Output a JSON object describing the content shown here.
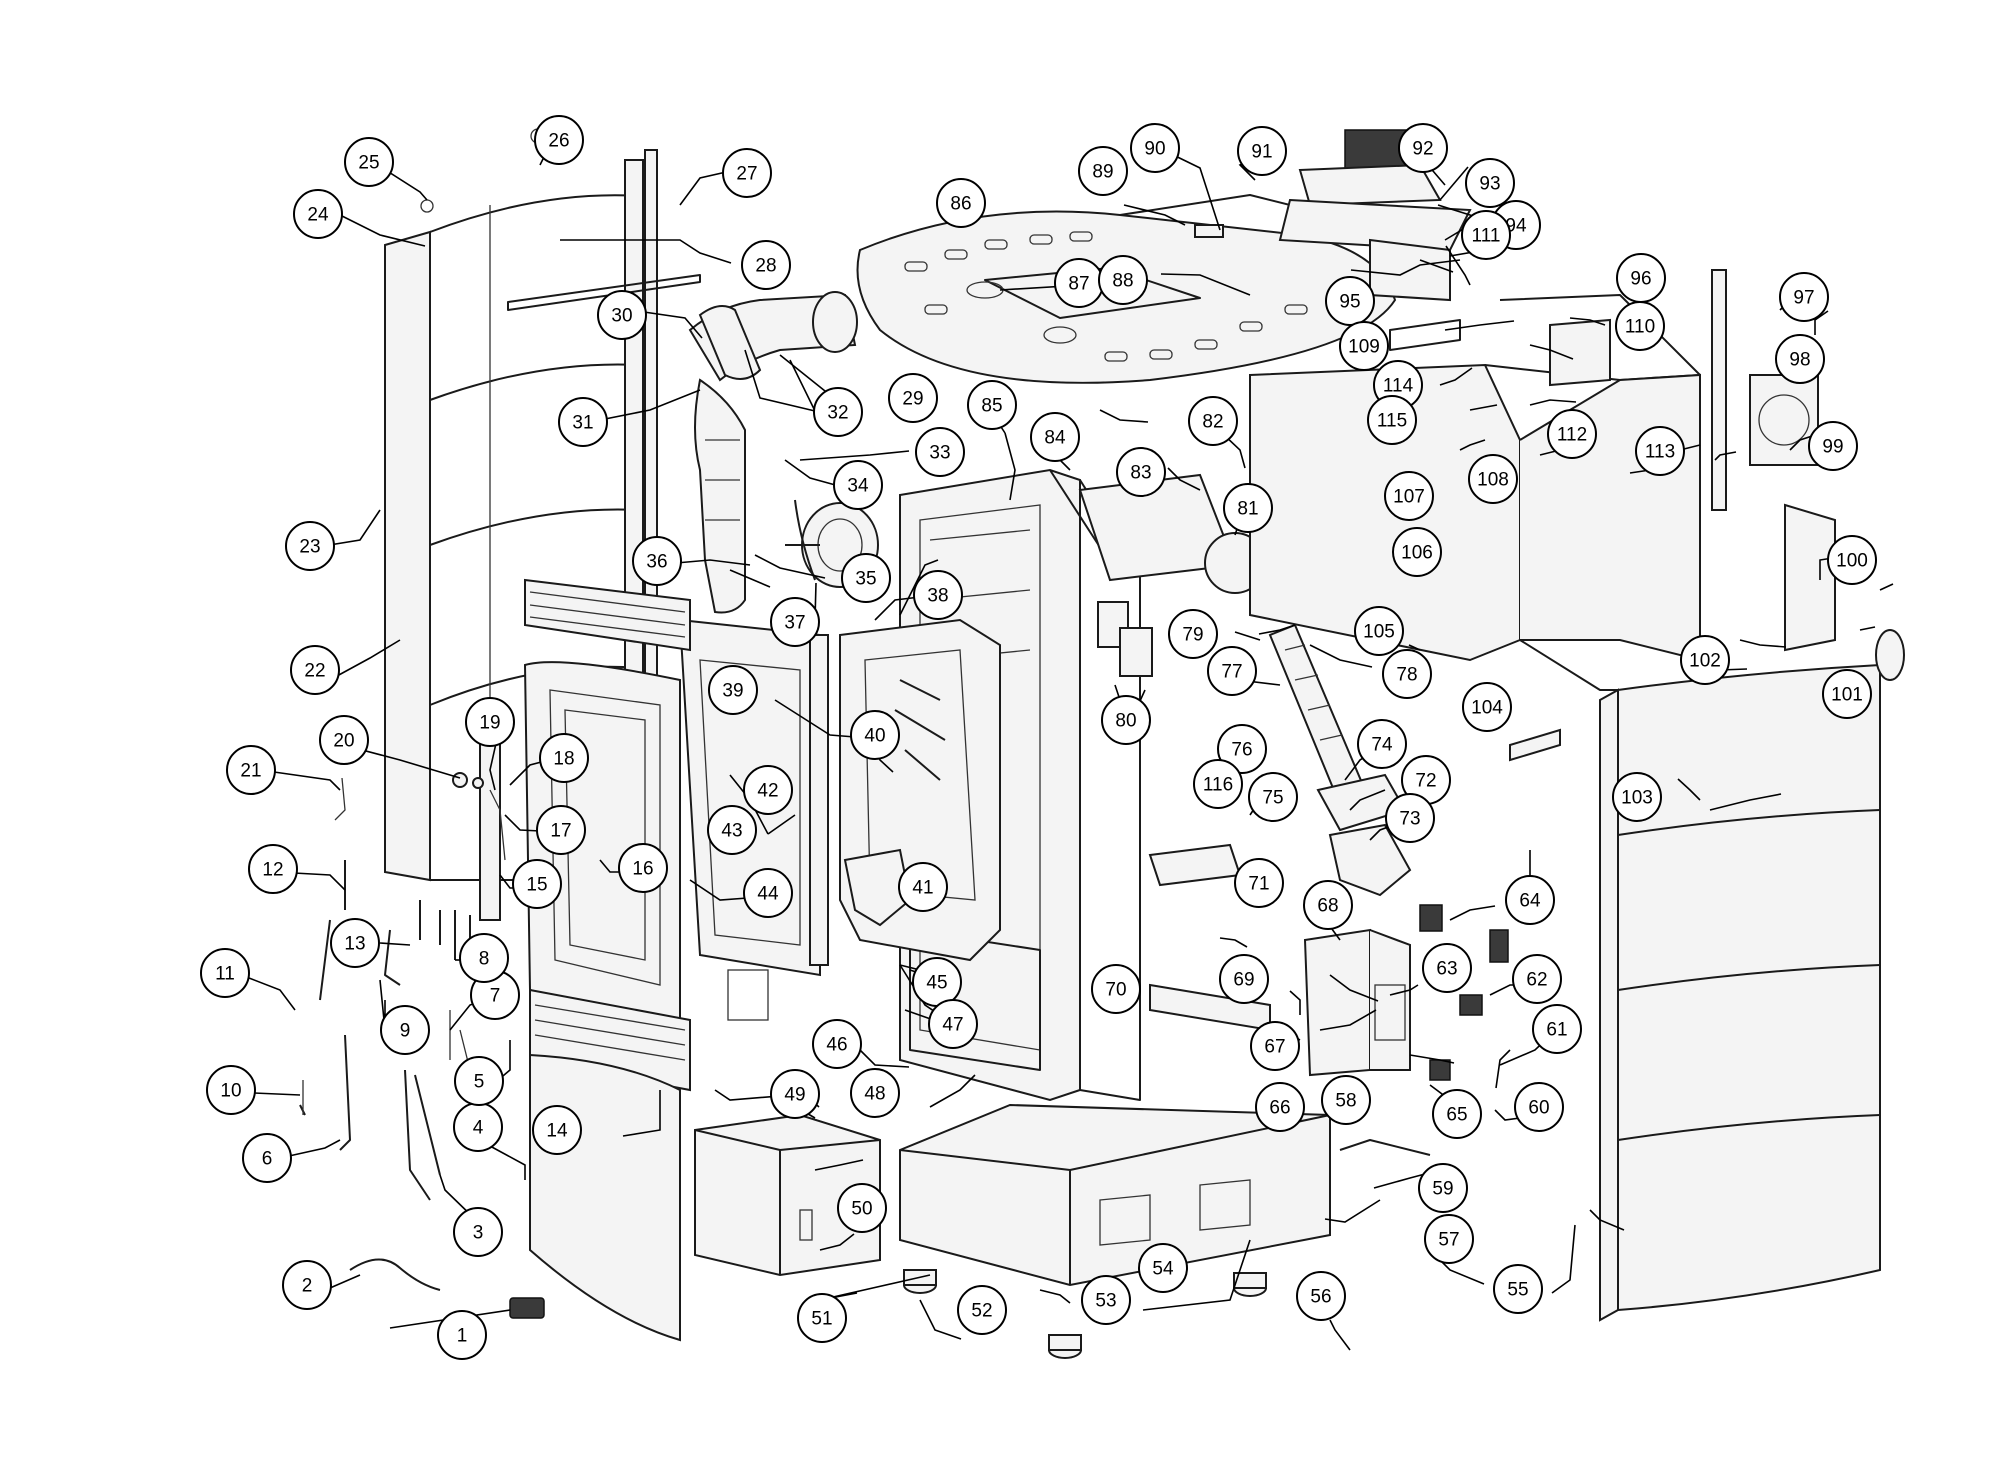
{
  "diagram": {
    "type": "exploded-parts-diagram",
    "callout_numbers": [
      "1",
      "2",
      "3",
      "4",
      "5",
      "6",
      "7",
      "8",
      "9",
      "10",
      "11",
      "12",
      "13",
      "14",
      "15",
      "16",
      "17",
      "18",
      "19",
      "20",
      "21",
      "22",
      "23",
      "24",
      "25",
      "26",
      "27",
      "28",
      "29",
      "30",
      "31",
      "32",
      "33",
      "34",
      "35",
      "36",
      "37",
      "38",
      "39",
      "40",
      "41",
      "42",
      "43",
      "44",
      "45",
      "46",
      "47",
      "48",
      "49",
      "50",
      "51",
      "52",
      "53",
      "54",
      "55",
      "56",
      "57",
      "58",
      "59",
      "60",
      "61",
      "62",
      "63",
      "64",
      "65",
      "66",
      "67",
      "68",
      "69",
      "70",
      "71",
      "72",
      "73",
      "74",
      "75",
      "76",
      "77",
      "78",
      "79",
      "80",
      "81",
      "82",
      "83",
      "84",
      "85",
      "86",
      "87",
      "88",
      "89",
      "90",
      "91",
      "92",
      "93",
      "94",
      "95",
      "96",
      "97",
      "98",
      "99",
      "100",
      "101",
      "102",
      "103",
      "104",
      "105",
      "106",
      "107",
      "108",
      "109",
      "110",
      "111",
      "112",
      "113",
      "114",
      "115",
      "116"
    ]
  }
}
